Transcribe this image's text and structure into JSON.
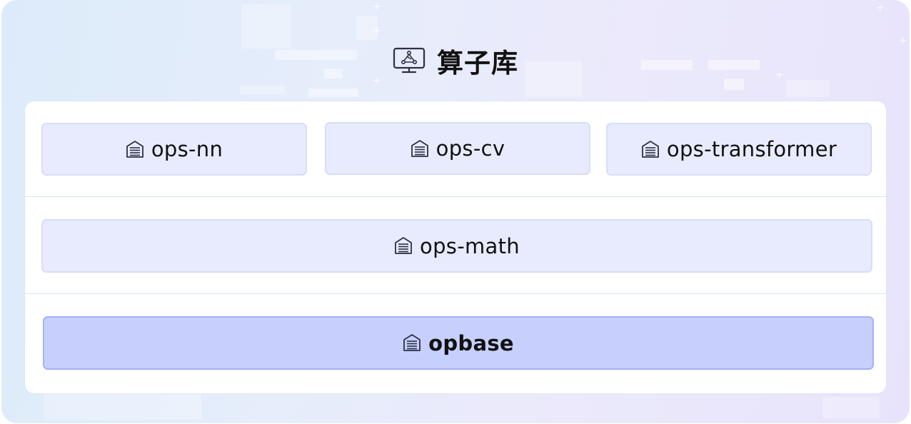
{
  "header": {
    "title": "算子库",
    "icon": "monitor-network-icon"
  },
  "rows": [
    {
      "items": [
        {
          "label": "ops-nn",
          "icon": "package-icon"
        },
        {
          "label": "ops-cv",
          "icon": "package-icon"
        },
        {
          "label": "ops-transformer",
          "icon": "package-icon"
        }
      ]
    },
    {
      "items": [
        {
          "label": "ops-math",
          "icon": "package-icon"
        }
      ]
    },
    {
      "items": [
        {
          "label": "opbase",
          "icon": "package-icon",
          "highlighted": true
        }
      ]
    }
  ],
  "colors": {
    "box_fill": "#e8ebfd",
    "box_border": "#d7ddfa",
    "highlight_fill": "#c7d0fc",
    "highlight_border": "#a4b1f4",
    "background": "#e3ebfb"
  }
}
